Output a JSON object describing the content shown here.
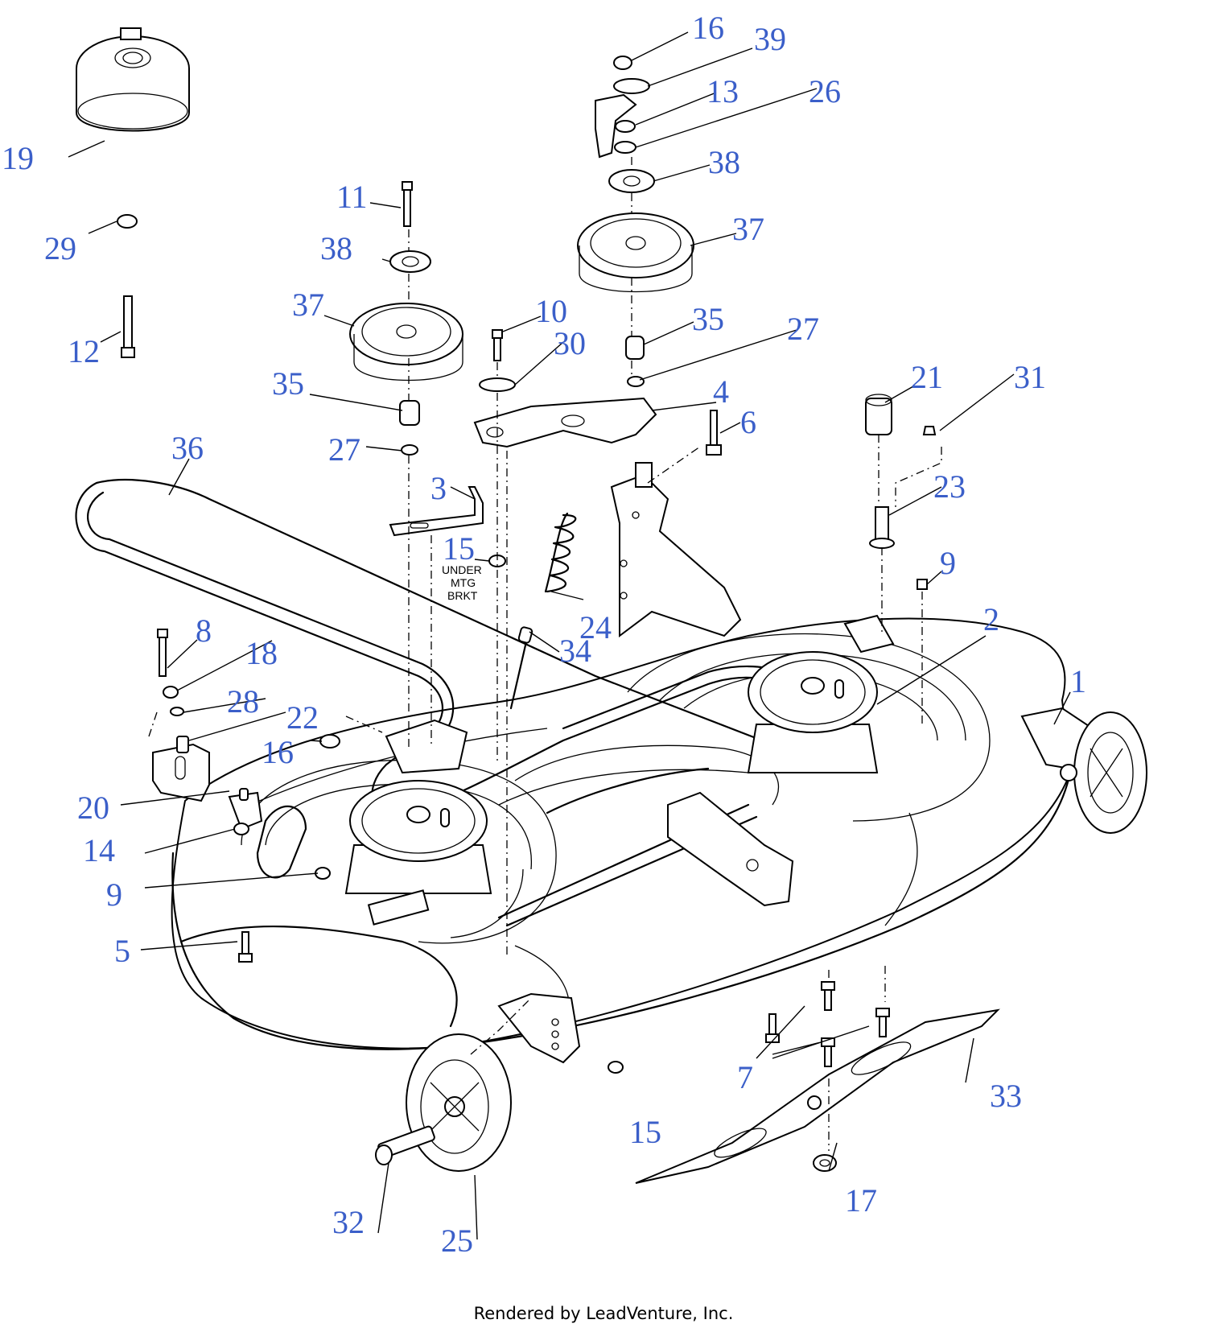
{
  "callouts": [
    {
      "id": "c1",
      "text": "1"
    },
    {
      "id": "c2",
      "text": "2"
    },
    {
      "id": "c3",
      "text": "3"
    },
    {
      "id": "c4",
      "text": "4"
    },
    {
      "id": "c5",
      "text": "5"
    },
    {
      "id": "c6",
      "text": "6"
    },
    {
      "id": "c7",
      "text": "7"
    },
    {
      "id": "c8",
      "text": "8"
    },
    {
      "id": "c9a",
      "text": "9"
    },
    {
      "id": "c9b",
      "text": "9"
    },
    {
      "id": "c10",
      "text": "10"
    },
    {
      "id": "c11",
      "text": "11"
    },
    {
      "id": "c12",
      "text": "12"
    },
    {
      "id": "c13",
      "text": "13"
    },
    {
      "id": "c14",
      "text": "14"
    },
    {
      "id": "c15a",
      "text": "15"
    },
    {
      "id": "c15b",
      "text": "15"
    },
    {
      "id": "c16a",
      "text": "16"
    },
    {
      "id": "c16b",
      "text": "16"
    },
    {
      "id": "c17",
      "text": "17"
    },
    {
      "id": "c18",
      "text": "18"
    },
    {
      "id": "c19",
      "text": "19"
    },
    {
      "id": "c20",
      "text": "20"
    },
    {
      "id": "c21",
      "text": "21"
    },
    {
      "id": "c22",
      "text": "22"
    },
    {
      "id": "c23",
      "text": "23"
    },
    {
      "id": "c24",
      "text": "24"
    },
    {
      "id": "c25",
      "text": "25"
    },
    {
      "id": "c26",
      "text": "26"
    },
    {
      "id": "c27a",
      "text": "27"
    },
    {
      "id": "c27b",
      "text": "27"
    },
    {
      "id": "c28",
      "text": "28"
    },
    {
      "id": "c29",
      "text": "29"
    },
    {
      "id": "c30",
      "text": "30"
    },
    {
      "id": "c31",
      "text": "31"
    },
    {
      "id": "c32",
      "text": "32"
    },
    {
      "id": "c33",
      "text": "33"
    },
    {
      "id": "c34",
      "text": "34"
    },
    {
      "id": "c35a",
      "text": "35"
    },
    {
      "id": "c35b",
      "text": "35"
    },
    {
      "id": "c36",
      "text": "36"
    },
    {
      "id": "c37a",
      "text": "37"
    },
    {
      "id": "c37b",
      "text": "37"
    },
    {
      "id": "c38a",
      "text": "38"
    },
    {
      "id": "c38b",
      "text": "38"
    },
    {
      "id": "c39",
      "text": "39"
    }
  ],
  "note_lines": [
    "UNDER",
    "MTG",
    "BRKT"
  ],
  "callout_color": "#3b5fc9",
  "credit": "Rendered by LeadVenture, Inc."
}
